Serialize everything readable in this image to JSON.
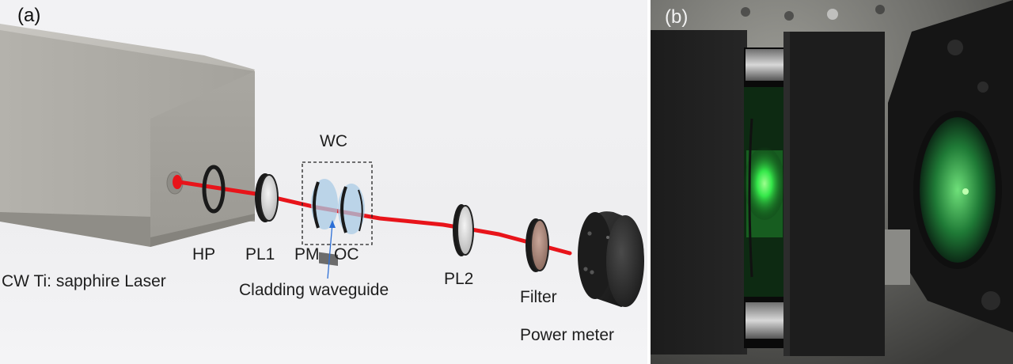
{
  "panel_a": {
    "tag": "(a)",
    "labels": {
      "laser": "CW Ti: sapphire Laser",
      "hp": "HP",
      "pl1": "PL1",
      "pm": "PM",
      "oc": "OC",
      "wc": "WC",
      "waveguide": "Cladding waveguide",
      "pl2": "PL2",
      "filter": "Filter",
      "power_meter": "Power meter"
    }
  },
  "panel_b": {
    "tag": "(b)"
  },
  "colors": {
    "beam": "#e8141a",
    "laser_body": "#a7a59f",
    "green_glow": "#35e84a"
  }
}
